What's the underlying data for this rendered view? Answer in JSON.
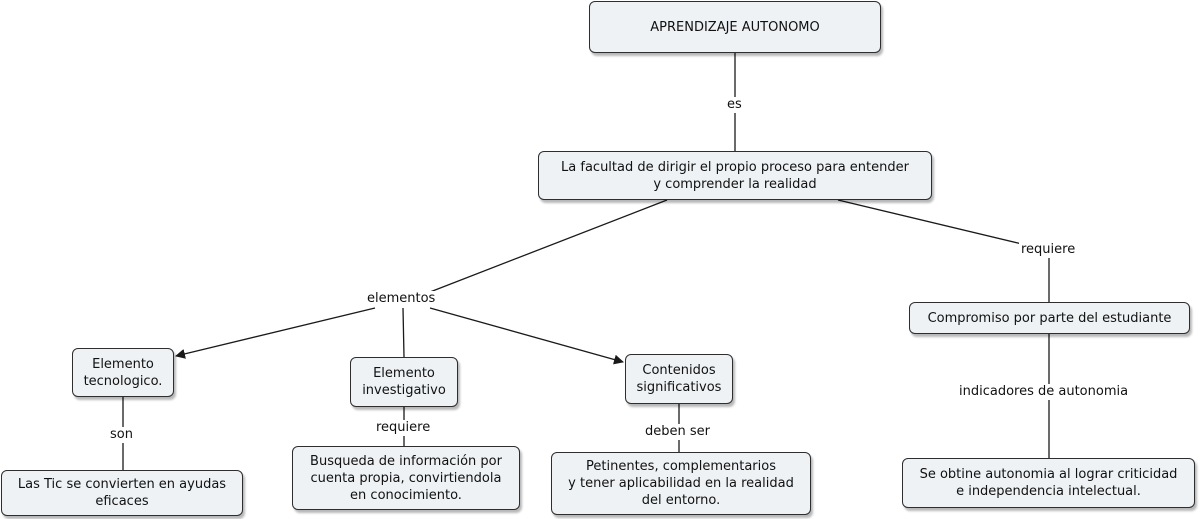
{
  "colors": {
    "node_fill": "#eef2f5",
    "node_border": "#2e2e2e",
    "line": "#1a1a1a"
  },
  "nodes": {
    "root": "APRENDIZAJE AUTONOMO",
    "facultad": "La facultad de dirigir el propio proceso para entender\ny comprender la realidad",
    "tecnologico": "Elemento\ntecnologico.",
    "investigativo": "Elemento\ninvestigativo",
    "contenidos": "Contenidos\nsignificativos",
    "compromiso": "Compromiso por parte del estudiante",
    "tic": "Las Tic se convierten en ayudas\neficaces",
    "busqueda": "Busqueda de información por\ncuenta propia, convirtiendola\nen conocimiento.",
    "petinentes": "Petinentes, complementarios\ny tener aplicabilidad en la realidad\ndel entorno.",
    "autonomia": "Se obtine autonomia al lograr criticidad\ne independencia intelectual."
  },
  "links": {
    "es": "es",
    "requiere_compromiso": "requiere",
    "elementos": "elementos",
    "son": "son",
    "requiere_busqueda": "requiere",
    "deben_ser": "deben ser",
    "indicadores": "indicadores de autonomia"
  }
}
